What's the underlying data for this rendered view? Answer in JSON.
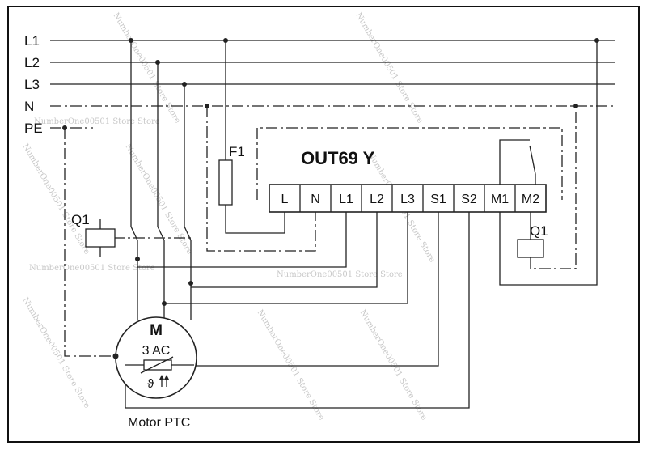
{
  "buses": [
    "L1",
    "L2",
    "L3",
    "N",
    "PE"
  ],
  "device": {
    "name": "OUT69 Y",
    "terminals": [
      "L",
      "N",
      "L1",
      "L2",
      "L3",
      "S1",
      "S2",
      "M1",
      "M2"
    ]
  },
  "fuse_label": "F1",
  "contactor_label": "Q1",
  "relay_coil_label": "Q1",
  "motor": {
    "letter": "M",
    "type": "3 AC",
    "ptc_symbol": "ϑ"
  },
  "caption": "Motor PTC",
  "watermark": "NumberOne00501 Store Store"
}
